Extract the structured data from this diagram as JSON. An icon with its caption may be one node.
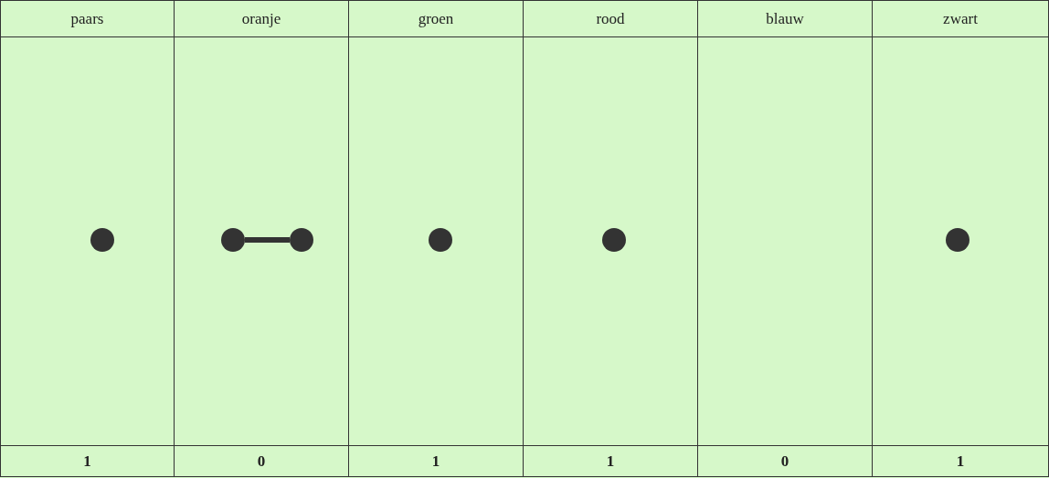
{
  "diagram": {
    "nodes": [
      {
        "text": [],
        "shape": "circle"
      },
      {
        "text": [],
        "shape": "circle"
      },
      {
        "text": [],
        "shape": "circle"
      },
      {
        "text": [],
        "shape": "circle"
      },
      {
        "text": [],
        "shape": "circle"
      },
      {
        "text": [],
        "shape": "circle"
      }
    ],
    "edges": [
      {
        "from": 1,
        "to": 2,
        "arrow": "none"
      }
    ],
    "labels": [
      "paars",
      "oranje",
      "groen",
      "rood",
      "blauw",
      "zwart",
      "1",
      "0",
      "1",
      "1",
      "0",
      "1"
    ]
  }
}
